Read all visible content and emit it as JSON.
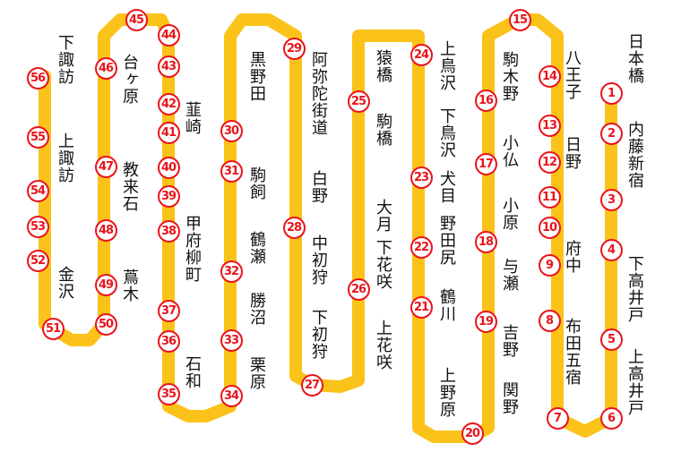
{
  "route": {
    "stops": [
      {
        "num": "1",
        "name": "日本橋"
      },
      {
        "num": "2",
        "name": "内藤新宿"
      },
      {
        "num": "3",
        "name": ""
      },
      {
        "num": "4",
        "name": "下高井戸"
      },
      {
        "num": "5",
        "name": "上高井戸"
      },
      {
        "num": "6",
        "name": ""
      },
      {
        "num": "7",
        "name": ""
      },
      {
        "num": "8",
        "name": "布田五宿"
      },
      {
        "num": "9",
        "name": "府中"
      },
      {
        "num": "10",
        "name": ""
      },
      {
        "num": "11",
        "name": ""
      },
      {
        "num": "12",
        "name": "日野"
      },
      {
        "num": "13",
        "name": ""
      },
      {
        "num": "14",
        "name": "八王子"
      },
      {
        "num": "15",
        "name": ""
      },
      {
        "num": "16",
        "name": "駒木野"
      },
      {
        "num": "17",
        "name": "小仏"
      },
      {
        "num": "18",
        "name": "小原"
      },
      {
        "num": "19",
        "name": "与瀬"
      },
      {
        "num": "20",
        "name": "吉野"
      },
      {
        "num": "21",
        "name": "関野"
      },
      {
        "num": "22",
        "name": "上野原"
      },
      {
        "num": "23",
        "name": "鶴川"
      },
      {
        "num": "24",
        "name": "野田尻"
      },
      {
        "num": "25",
        "name": "犬目"
      },
      {
        "num": "26",
        "name": "下鳥沢"
      },
      {
        "num": "27",
        "name": "上鳥沢"
      },
      {
        "num": "28",
        "name": "猿橋"
      },
      {
        "num": "29",
        "name": "駒橋"
      },
      {
        "num": "30",
        "name": "大月"
      },
      {
        "num": "31",
        "name": "下花咲"
      },
      {
        "num": "32",
        "name": "上花咲"
      },
      {
        "num": "33",
        "name": "下初狩"
      },
      {
        "num": "34",
        "name": "中初狩"
      },
      {
        "num": "35",
        "name": "白野"
      },
      {
        "num": "36",
        "name": "阿弥陀街道"
      },
      {
        "num": "37",
        "name": "黒野田"
      },
      {
        "num": "38",
        "name": "駒飼"
      },
      {
        "num": "39",
        "name": "鶴瀬"
      },
      {
        "num": "40",
        "name": "勝沼"
      },
      {
        "num": "41",
        "name": "栗原"
      },
      {
        "num": "42",
        "name": "石和"
      },
      {
        "num": "43",
        "name": "甲府柳町"
      },
      {
        "num": "44",
        "name": "韮崎"
      },
      {
        "num": "45",
        "name": ""
      },
      {
        "num": "46",
        "name": "台ヶ原"
      },
      {
        "num": "47",
        "name": "教来石"
      },
      {
        "num": "48",
        "name": "蔦木"
      },
      {
        "num": "49",
        "name": ""
      },
      {
        "num": "50",
        "name": ""
      },
      {
        "num": "51",
        "name": "金沢"
      },
      {
        "num": "52",
        "name": ""
      },
      {
        "num": "53",
        "name": ""
      },
      {
        "num": "54",
        "name": "上諏訪"
      },
      {
        "num": "55",
        "name": ""
      },
      {
        "num": "56",
        "name": "下諏訪"
      }
    ]
  },
  "colors": {
    "route_line": "#fbc21a",
    "stop_ring": "#e8141c",
    "stop_number": "#e8141c",
    "station_name": "#111111"
  }
}
